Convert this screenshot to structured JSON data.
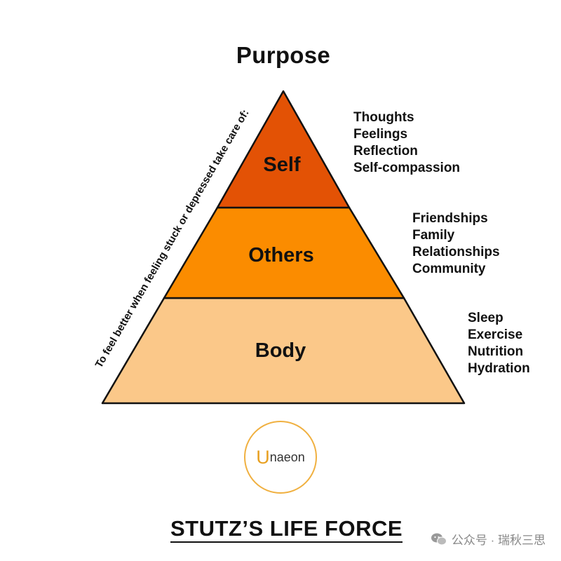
{
  "apex_title": "Purpose",
  "side_note": "To feel better when feeling stuck or depressed take care of:",
  "tiers": [
    {
      "label": "Self",
      "color": "#e35205",
      "items": [
        "Thoughts",
        "Feelings",
        "Reflection",
        "Self-compassion"
      ]
    },
    {
      "label": "Others",
      "color": "#fb8c00",
      "items": [
        "Friendships",
        "Family",
        "Relationships",
        "Community"
      ]
    },
    {
      "label": "Body",
      "color": "#fbc889",
      "items": [
        "Sleep",
        "Exercise",
        "Nutrition",
        "Hydration"
      ]
    }
  ],
  "logo": {
    "initial": "U",
    "rest": "naeon",
    "ring_color": "#f0b040"
  },
  "footer_title": "STUTZ’S LIFE FORCE",
  "watermark": "公众号 · 瑞秋三思"
}
